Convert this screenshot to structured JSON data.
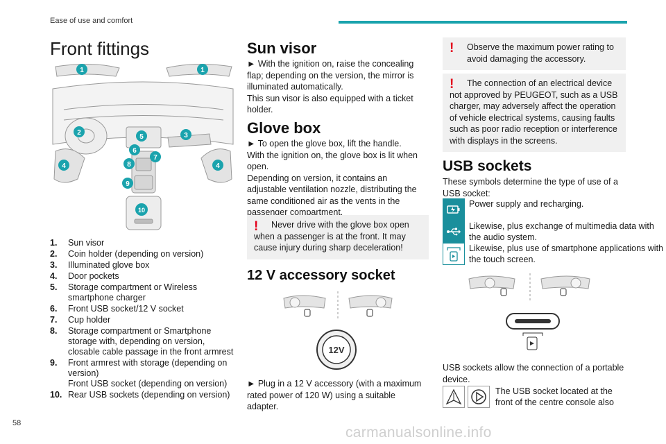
{
  "header": {
    "section": "Ease of use and comfort"
  },
  "page_number": "58",
  "watermark": "carmanualsonline.info",
  "col1": {
    "title": "Front fittings",
    "callouts": [
      "1",
      "1",
      "2",
      "3",
      "4",
      "4",
      "5",
      "6",
      "7",
      "8",
      "9",
      "10"
    ],
    "legend": [
      {
        "num": "1.",
        "text": "Sun visor"
      },
      {
        "num": "2.",
        "text": "Coin holder (depending on version)"
      },
      {
        "num": "3.",
        "text": "Illuminated glove box"
      },
      {
        "num": "4.",
        "text": "Door pockets"
      },
      {
        "num": "5.",
        "text": "Storage compartment or Wireless smartphone charger"
      },
      {
        "num": "6.",
        "text": "Front USB socket/12 V socket"
      },
      {
        "num": "7.",
        "text": "Cup holder"
      },
      {
        "num": "8.",
        "text": "Storage compartment or Smartphone storage with, depending on version, closable cable passage in the front armrest"
      },
      {
        "num": "9.",
        "text": "Front armrest with storage (depending on version)\nFront USB socket (depending on version)"
      },
      {
        "num": "10.",
        "text": "Rear USB sockets (depending on version)"
      }
    ]
  },
  "col2": {
    "sun_visor": {
      "title": "Sun visor",
      "p1": "► With the ignition on, raise the concealing flap; depending on the version, the mirror is illuminated automatically.",
      "p2": "This sun visor is also equipped with a ticket holder."
    },
    "glove_box": {
      "title": "Glove box",
      "p1": "► To open the glove box, lift the handle.",
      "p2": "With the ignition on, the glove box is lit when open.",
      "p3": "Depending on version, it contains an adjustable ventilation nozzle, distributing the same conditioned air as the vents in the passenger compartment.",
      "warning": "Never drive with the glove box open when a passenger is at the front. It may cause injury during sharp deceleration!"
    },
    "socket": {
      "title": "12 V accessory socket",
      "socket_label": "12V",
      "p1": "► Plug in a 12 V accessory (with a maximum rated power of 120 W) using a suitable adapter."
    }
  },
  "col3": {
    "warning1": "Observe the maximum power rating to avoid damaging the accessory.",
    "warning2": "The connection of an electrical device not approved by PEUGEOT, such as a USB charger, may adversely affect the operation of vehicle electrical systems, causing faults such as poor radio reception or interference with displays in the screens.",
    "usb": {
      "title": "USB sockets",
      "intro": "These symbols determine the type of use of a USB socket:",
      "types": [
        {
          "icon": "battery-charge-icon",
          "text": "Power supply and recharging."
        },
        {
          "icon": "usb-symbol-icon",
          "text": "Likewise, plus exchange of multimedia data with the audio system."
        },
        {
          "icon": "smartphone-app-icon",
          "text": "Likewise, plus use of smartphone applications with the touch screen."
        }
      ],
      "p_allow": "USB sockets allow the connection of a portable device.",
      "p_front": "The USB socket located at the front of the centre console also"
    }
  },
  "colors": {
    "accent": "#1aa3ad",
    "icon_fill": "#1a8f9c",
    "warning_red": "#e3001b",
    "box_grey": "#f0f0f0"
  }
}
